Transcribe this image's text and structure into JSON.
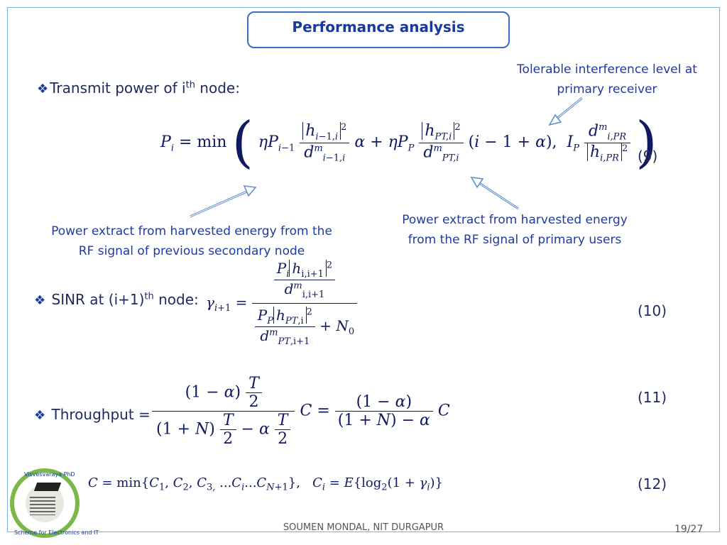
{
  "title": "Performance analysis",
  "bullets": {
    "transmit": "Transmit power of i",
    "transmit_sup": "th",
    "transmit_tail": " node:",
    "sinr": " SINR at (i+1)",
    "sinr_sup": "th",
    "sinr_tail": " node:",
    "throughput": " Throughput ="
  },
  "annotations": {
    "tolerable_line1": "Tolerable interference level at",
    "tolerable_line2": "primary receiver",
    "prev_node_line1": "Power extract from harvested energy from the",
    "prev_node_line2": "RF signal of previous secondary node",
    "primary_line1": "Power extract from harvested energy",
    "primary_line2": "from the RF signal of primary users"
  },
  "equation_numbers": {
    "eq9": "(9)",
    "eq10": "(10)",
    "eq11": "(11)",
    "eq12": "(12)"
  },
  "logo": {
    "text_top": "Visvesvaraya PhD",
    "text_bottom": "Scheme for Electronics and IT"
  },
  "footer": {
    "author": "SOUMEN MONDAL, NIT DURGAPUR",
    "page": "19/27"
  },
  "colors": {
    "accent": "#1a3a9a",
    "arrow": "#5a8ad0",
    "frame": "#7fb0e0"
  }
}
